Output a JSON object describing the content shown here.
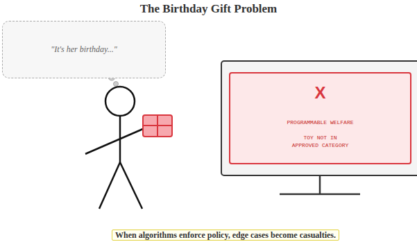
{
  "diagram": {
    "title": "The Birthday Gift Problem",
    "caption": "When algorithms enforce policy, edge cases become casualties.",
    "nodes": [
      {
        "text": [
          "\"It's her birthday...\""
        ]
      },
      {
        "text": [
          "X",
          "PROGRAMMABLE WELFARE",
          "TOY NOT IN APPROVED CATEGORY"
        ]
      }
    ]
  }
}
